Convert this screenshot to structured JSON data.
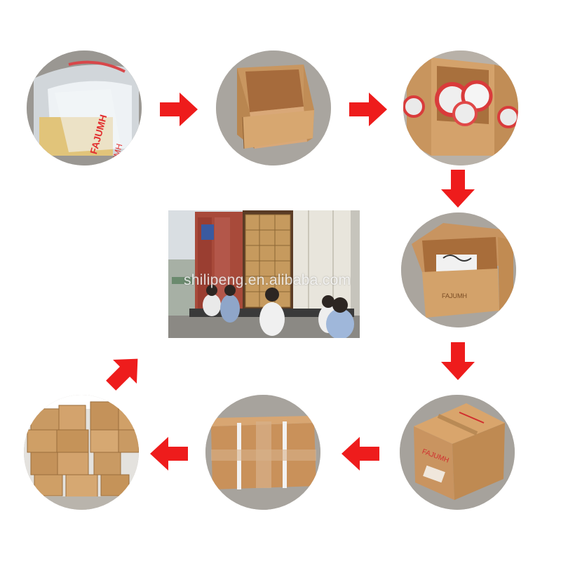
{
  "watermark": {
    "text": "shilipeng.en.alibaba.com"
  },
  "box_print": {
    "brand": "FAJUMH"
  },
  "colors": {
    "arrow": "#ee1c1c",
    "cardboard": "#c99a63",
    "cardboard_dark": "#a97a45",
    "background": "#ffffff"
  },
  "steps": [
    {
      "icon": "bagged-product-icon"
    },
    {
      "icon": "empty-box-icon"
    },
    {
      "icon": "box-filled-icon"
    },
    {
      "icon": "box-packed-icon"
    },
    {
      "icon": "box-sealed-icon"
    },
    {
      "icon": "box-strapped-icon"
    },
    {
      "icon": "box-stack-icon"
    }
  ],
  "arrows": [
    {
      "direction": "right"
    },
    {
      "direction": "right"
    },
    {
      "direction": "down"
    },
    {
      "direction": "down"
    },
    {
      "direction": "left"
    },
    {
      "direction": "left"
    },
    {
      "direction": "up-right"
    }
  ]
}
